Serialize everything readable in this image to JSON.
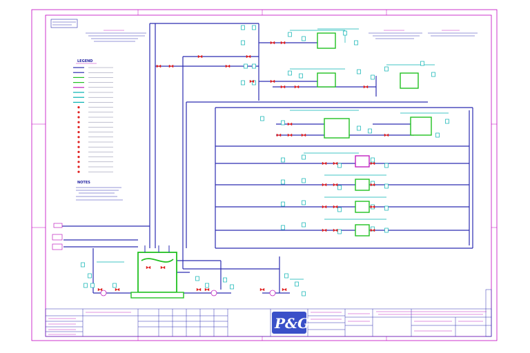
{
  "drawing": {
    "logo_text": "P&G",
    "colors": {
      "border": "#c000c0",
      "pipe": "#2a2ab0",
      "equipment": "#20c020",
      "instrument": "#00b0b0",
      "valve": "#e02020",
      "accent_magenta": "#c020c0"
    }
  },
  "legend": {
    "title": "LEGEND",
    "items": [
      {
        "label": "",
        "color": "#2a2ab0"
      },
      {
        "label": "",
        "color": "#2a2ab0"
      },
      {
        "label": "",
        "color": "#20c020"
      },
      {
        "label": "",
        "color": "#20c020"
      },
      {
        "label": "",
        "color": "#c020c0"
      },
      {
        "label": "",
        "color": "#00b0b0"
      },
      {
        "label": "",
        "color": "#00b0b0"
      },
      {
        "label": "",
        "color": "#00b0b0"
      },
      {
        "label": "",
        "color": "#e02020"
      },
      {
        "label": "",
        "color": "#e02020"
      },
      {
        "label": "",
        "color": "#e02020"
      },
      {
        "label": "",
        "color": "#e02020"
      },
      {
        "label": "",
        "color": "#e02020"
      },
      {
        "label": "",
        "color": "#e02020"
      },
      {
        "label": "",
        "color": "#e02020"
      },
      {
        "label": "",
        "color": "#e02020"
      },
      {
        "label": "",
        "color": "#e02020"
      },
      {
        "label": "",
        "color": "#e02020"
      },
      {
        "label": "",
        "color": "#e02020"
      },
      {
        "label": "",
        "color": "#e02020"
      },
      {
        "label": "",
        "color": "#e02020"
      },
      {
        "label": "",
        "color": "#e02020"
      }
    ]
  },
  "notes": {
    "title": "NOTES"
  },
  "equipment": [
    {
      "id": "eq-1",
      "label": ""
    },
    {
      "id": "eq-2",
      "label": ""
    },
    {
      "id": "eq-3",
      "label": ""
    },
    {
      "id": "eq-4",
      "label": ""
    },
    {
      "id": "eq-5",
      "label": ""
    },
    {
      "id": "eq-6",
      "label": ""
    },
    {
      "id": "eq-7",
      "label": ""
    },
    {
      "id": "eq-8",
      "label": ""
    },
    {
      "id": "eq-9",
      "label": ""
    },
    {
      "id": "eq-10",
      "label": ""
    }
  ]
}
